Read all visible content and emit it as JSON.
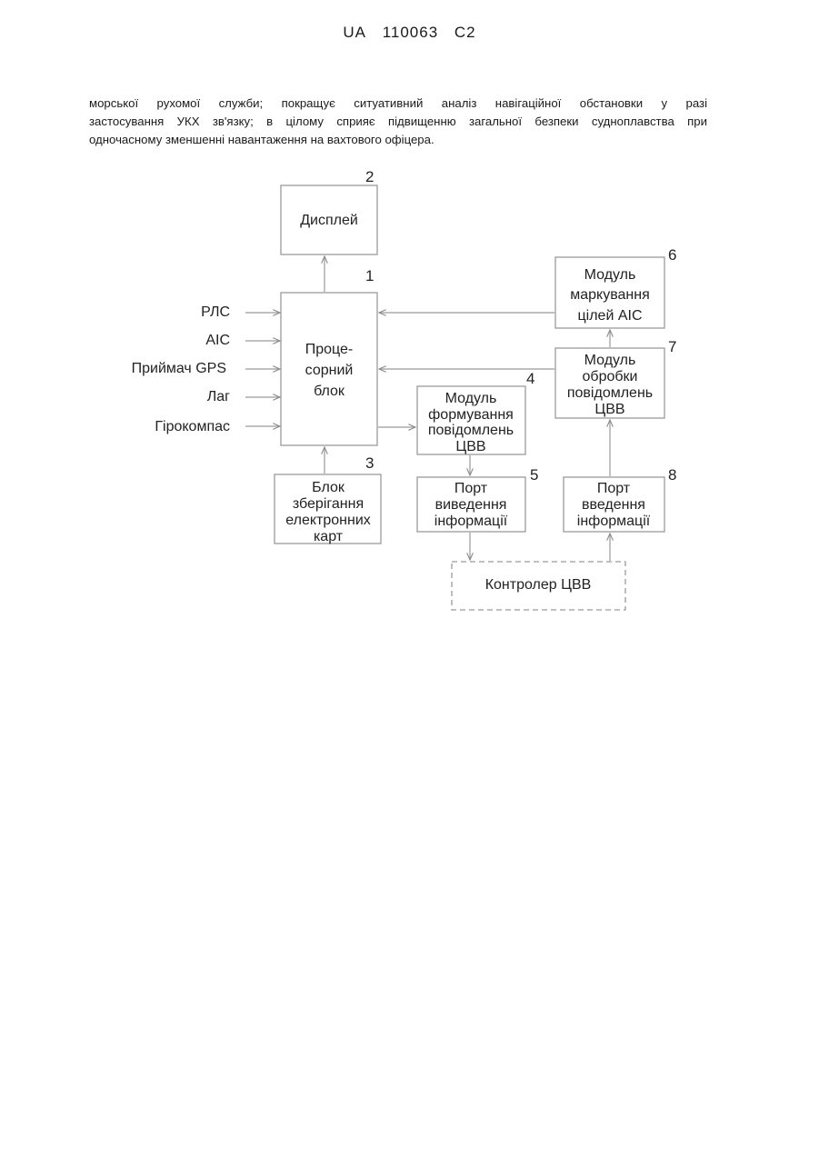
{
  "header": {
    "country": "UA",
    "number": "110063",
    "kind": "C2"
  },
  "paragraph": [
    "морської рухомої служби; покращує ситуативний аналіз навігаційної обстановки у разі",
    "застосування УКХ зв'язку; в цілому сприяє підвищенню загальної безпеки судноплавства при",
    "одночасному зменшенні навантаження на вахтового офіцера."
  ],
  "diagram": {
    "inputs": [
      "РЛС",
      "АІС",
      "Приймач GPS",
      "Лаг",
      "Гірокомпас"
    ],
    "blocks": {
      "display": {
        "number": "2",
        "lines": [
          "Дисплей"
        ]
      },
      "processor": {
        "number": "1",
        "lines": [
          "Проце-",
          "сорний",
          "блок"
        ]
      },
      "charts": {
        "number": "3",
        "lines": [
          "Блок",
          "зберігання",
          "електронних",
          "карт"
        ]
      },
      "dsc_format": {
        "number": "4",
        "lines": [
          "Модуль",
          "формування",
          "повідомлень",
          "ЦВВ"
        ]
      },
      "output_port": {
        "number": "5",
        "lines": [
          "Порт",
          "виведення",
          "інформації"
        ]
      },
      "ais_marking": {
        "number": "6",
        "lines": [
          "Модуль",
          "маркування",
          "цілей АІС"
        ]
      },
      "dsc_processing": {
        "number": "7",
        "lines": [
          "Модуль",
          "обробки",
          "повідомлень",
          "ЦВВ"
        ]
      },
      "input_port": {
        "number": "8",
        "lines": [
          "Порт",
          "введення",
          "інформації"
        ]
      },
      "controller": {
        "lines": [
          "Контролер ЦВВ"
        ]
      }
    }
  }
}
